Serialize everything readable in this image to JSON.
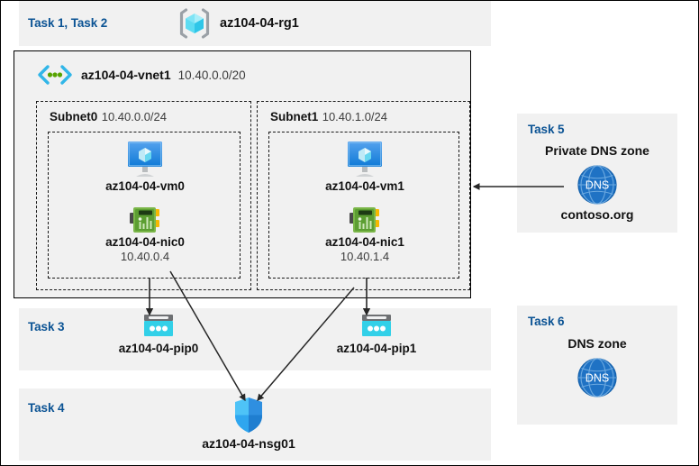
{
  "diagram": {
    "title": "Azure AZ-104 Lab 04 architecture diagram",
    "colors": {
      "panel_bg": "#f1f1f1",
      "task_label": "#0b5394",
      "canvas_bg": "#ffffff",
      "edge": "#262626",
      "vm_icon": "#2e8ce0",
      "nic_icon": "#6aa637",
      "pip_icon": "#32d0e8",
      "nsg_icon": "#32b3f0",
      "dns_icon": "#1f6fc4",
      "rg_icon": "#5ad8ef"
    }
  },
  "resource_group": {
    "task_label": "Task 1, Task 2",
    "icon": "resource-group-cube-icon",
    "name": "az104-04-rg1"
  },
  "vnet": {
    "icon": "virtual-network-icon",
    "name": "az104-04-vnet1",
    "cidr": "10.40.0.0/20"
  },
  "subnets": [
    {
      "name": "Subnet0",
      "cidr": "10.40.0.0/24",
      "vm": {
        "icon": "virtual-machine-icon",
        "name": "az104-04-vm0"
      },
      "nic": {
        "icon": "network-interface-icon",
        "name": "az104-04-nic0",
        "private_ip": "10.40.0.4"
      }
    },
    {
      "name": "Subnet1",
      "cidr": "10.40.1.0/24",
      "vm": {
        "icon": "virtual-machine-icon",
        "name": "az104-04-vm1"
      },
      "nic": {
        "icon": "network-interface-icon",
        "name": "az104-04-nic1",
        "private_ip": "10.40.1.4"
      }
    }
  ],
  "public_ips": {
    "task_label": "Task 3",
    "items": [
      {
        "icon": "public-ip-address-icon",
        "name": "az104-04-pip0"
      },
      {
        "icon": "public-ip-address-icon",
        "name": "az104-04-pip1"
      }
    ]
  },
  "nsg": {
    "task_label": "Task 4",
    "icon": "network-security-group-shield-icon",
    "name": "az104-04-nsg01"
  },
  "private_dns_zone": {
    "task_label": "Task 5",
    "heading": "Private DNS zone",
    "icon": "dns-globe-icon",
    "icon_text": "DNS",
    "name": "contoso.org"
  },
  "public_dns_zone": {
    "task_label": "Task 6",
    "heading": "DNS zone",
    "icon": "dns-globe-icon",
    "icon_text": "DNS"
  }
}
